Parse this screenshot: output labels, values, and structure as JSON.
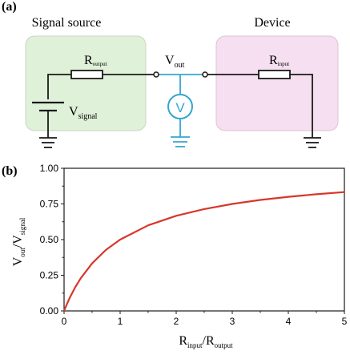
{
  "panel_a": {
    "label": "(a)",
    "source_title": "Signal source",
    "device_title": "Device",
    "source_box_color": "#dff1d8",
    "device_box_color": "#f6dff0",
    "wire_color": "#1a1a1a",
    "probe_color": "#34a6d0",
    "components": {
      "r_output": {
        "main": "R",
        "sub": "output"
      },
      "v_out": {
        "main": "V",
        "sub": "out"
      },
      "r_input": {
        "main": "R",
        "sub": "input"
      },
      "v_signal": {
        "main": "V",
        "sub": "signal"
      },
      "voltmeter": "V"
    }
  },
  "panel_b": {
    "label": "(b)",
    "ylabel": {
      "a_main": "V",
      "a_sub": "out",
      "sep": "/V",
      "b_sub": "signal"
    },
    "xlabel": {
      "a_main": "R",
      "a_sub": "input",
      "sep": "/R",
      "b_sub": "output"
    }
  },
  "chart_data": {
    "type": "line",
    "title": "",
    "function": "y = x / (1 + x)",
    "series": [
      {
        "color": "#d8362a",
        "x": [
          0,
          0.05,
          0.1,
          0.2,
          0.3,
          0.5,
          0.75,
          1,
          1.5,
          2,
          2.5,
          3,
          3.5,
          4,
          4.5,
          5
        ],
        "y": [
          0,
          0.048,
          0.091,
          0.167,
          0.231,
          0.333,
          0.429,
          0.5,
          0.6,
          0.667,
          0.714,
          0.75,
          0.778,
          0.8,
          0.818,
          0.833
        ]
      }
    ],
    "xlim": [
      0,
      5
    ],
    "ylim": [
      0,
      1
    ],
    "xticks": [
      "0",
      "1",
      "2",
      "3",
      "4",
      "5"
    ],
    "yticks": [
      "0.00",
      "0.25",
      "0.50",
      "0.75",
      "1.00"
    ],
    "grid": false
  }
}
